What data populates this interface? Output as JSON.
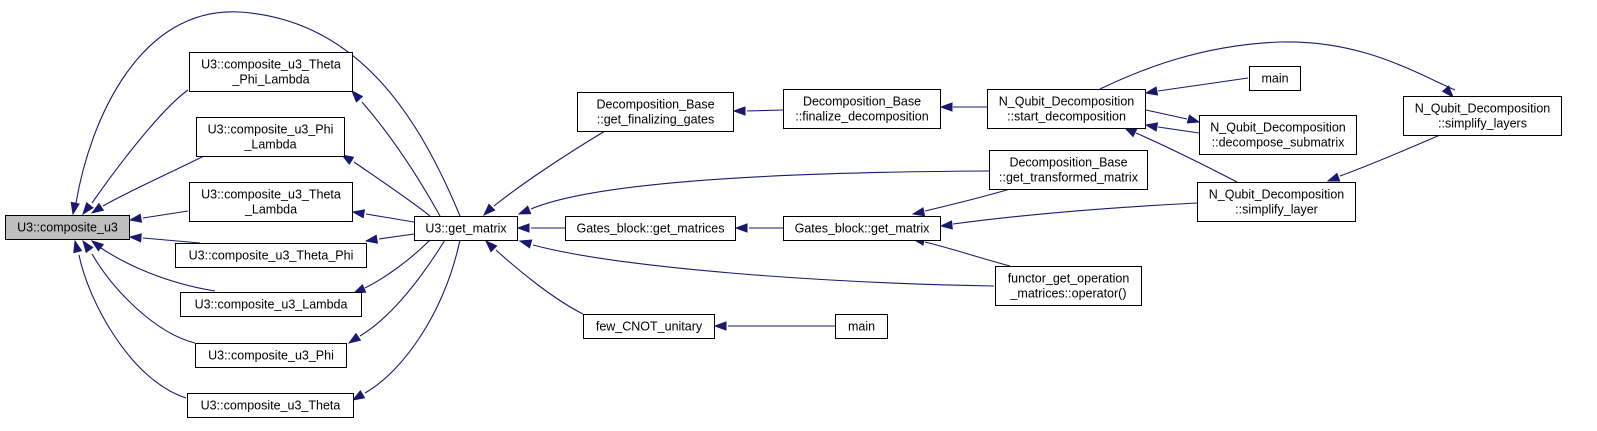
{
  "diagram": {
    "type": "doxygen-caller-graph",
    "edge_color": "#191970",
    "root_fill": "#bfbfbf",
    "nodes": [
      {
        "id": "composite_u3",
        "lines": [
          "U3::composite_u3"
        ]
      },
      {
        "id": "cu3_theta_phi_lambda",
        "lines": [
          "U3::composite_u3_Theta",
          "_Phi_Lambda"
        ]
      },
      {
        "id": "cu3_phi_lambda",
        "lines": [
          "U3::composite_u3_Phi",
          "_Lambda"
        ]
      },
      {
        "id": "cu3_theta_lambda",
        "lines": [
          "U3::composite_u3_Theta",
          "_Lambda"
        ]
      },
      {
        "id": "cu3_theta_phi",
        "lines": [
          "U3::composite_u3_Theta_Phi"
        ]
      },
      {
        "id": "cu3_lambda",
        "lines": [
          "U3::composite_u3_Lambda"
        ]
      },
      {
        "id": "cu3_phi",
        "lines": [
          "U3::composite_u3_Phi"
        ]
      },
      {
        "id": "cu3_theta",
        "lines": [
          "U3::composite_u3_Theta"
        ]
      },
      {
        "id": "get_matrix",
        "lines": [
          "U3::get_matrix"
        ]
      },
      {
        "id": "db_get_finalizing_gates",
        "lines": [
          "Decomposition_Base",
          "::get_finalizing_gates"
        ]
      },
      {
        "id": "gb_get_matrices",
        "lines": [
          "Gates_block::get_matrices"
        ]
      },
      {
        "id": "few_cnot_unitary",
        "lines": [
          "few_CNOT_unitary"
        ]
      },
      {
        "id": "db_finalize_decomposition",
        "lines": [
          "Decomposition_Base",
          "::finalize_decomposition"
        ]
      },
      {
        "id": "gb_get_matrix",
        "lines": [
          "Gates_block::get_matrix"
        ]
      },
      {
        "id": "main_2",
        "lines": [
          "main"
        ]
      },
      {
        "id": "nq_start_decomposition",
        "lines": [
          "N_Qubit_Decomposition",
          "::start_decomposition"
        ]
      },
      {
        "id": "db_get_transformed_matrix",
        "lines": [
          "Decomposition_Base",
          "::get_transformed_matrix"
        ]
      },
      {
        "id": "functor_get_operation",
        "lines": [
          "functor_get_operation",
          "_matrices::operator()"
        ]
      },
      {
        "id": "main_1",
        "lines": [
          "main"
        ]
      },
      {
        "id": "nq_decompose_submatrix",
        "lines": [
          "N_Qubit_Decomposition",
          "::decompose_submatrix"
        ]
      },
      {
        "id": "nq_simplify_layer",
        "lines": [
          "N_Qubit_Decomposition",
          "::simplify_layer"
        ]
      },
      {
        "id": "nq_simplify_layers",
        "lines": [
          "N_Qubit_Decomposition",
          "::simplify_layers"
        ]
      }
    ],
    "edges": [
      {
        "from": "cu3_theta_phi_lambda",
        "to": "composite_u3"
      },
      {
        "from": "cu3_phi_lambda",
        "to": "composite_u3"
      },
      {
        "from": "cu3_theta_lambda",
        "to": "composite_u3"
      },
      {
        "from": "cu3_theta_phi",
        "to": "composite_u3"
      },
      {
        "from": "cu3_lambda",
        "to": "composite_u3"
      },
      {
        "from": "cu3_phi",
        "to": "composite_u3"
      },
      {
        "from": "cu3_theta",
        "to": "composite_u3"
      },
      {
        "from": "get_matrix",
        "to": "composite_u3"
      },
      {
        "from": "get_matrix",
        "to": "cu3_theta_phi_lambda"
      },
      {
        "from": "get_matrix",
        "to": "cu3_phi_lambda"
      },
      {
        "from": "get_matrix",
        "to": "cu3_theta_lambda"
      },
      {
        "from": "get_matrix",
        "to": "cu3_theta_phi"
      },
      {
        "from": "get_matrix",
        "to": "cu3_lambda"
      },
      {
        "from": "get_matrix",
        "to": "cu3_phi"
      },
      {
        "from": "get_matrix",
        "to": "cu3_theta"
      },
      {
        "from": "db_get_finalizing_gates",
        "to": "get_matrix"
      },
      {
        "from": "gb_get_matrices",
        "to": "get_matrix"
      },
      {
        "from": "few_cnot_unitary",
        "to": "get_matrix"
      },
      {
        "from": "db_get_transformed_matrix",
        "to": "get_matrix"
      },
      {
        "from": "functor_get_operation",
        "to": "get_matrix"
      },
      {
        "from": "db_finalize_decomposition",
        "to": "db_get_finalizing_gates"
      },
      {
        "from": "gb_get_matrix",
        "to": "gb_get_matrices"
      },
      {
        "from": "main_2",
        "to": "few_cnot_unitary"
      },
      {
        "from": "nq_start_decomposition",
        "to": "db_finalize_decomposition"
      },
      {
        "from": "db_get_transformed_matrix",
        "to": "gb_get_matrix"
      },
      {
        "from": "functor_get_operation",
        "to": "gb_get_matrix"
      },
      {
        "from": "nq_simplify_layer",
        "to": "gb_get_matrix"
      },
      {
        "from": "main_1",
        "to": "nq_start_decomposition"
      },
      {
        "from": "nq_decompose_submatrix",
        "to": "nq_start_decomposition"
      },
      {
        "from": "nq_simplify_layer",
        "to": "nq_start_decomposition"
      },
      {
        "from": "nq_simplify_layers",
        "to": "nq_start_decomposition"
      },
      {
        "from": "nq_start_decomposition",
        "to": "nq_decompose_submatrix"
      },
      {
        "from": "nq_simplify_layers",
        "to": "nq_simplify_layer"
      }
    ]
  }
}
